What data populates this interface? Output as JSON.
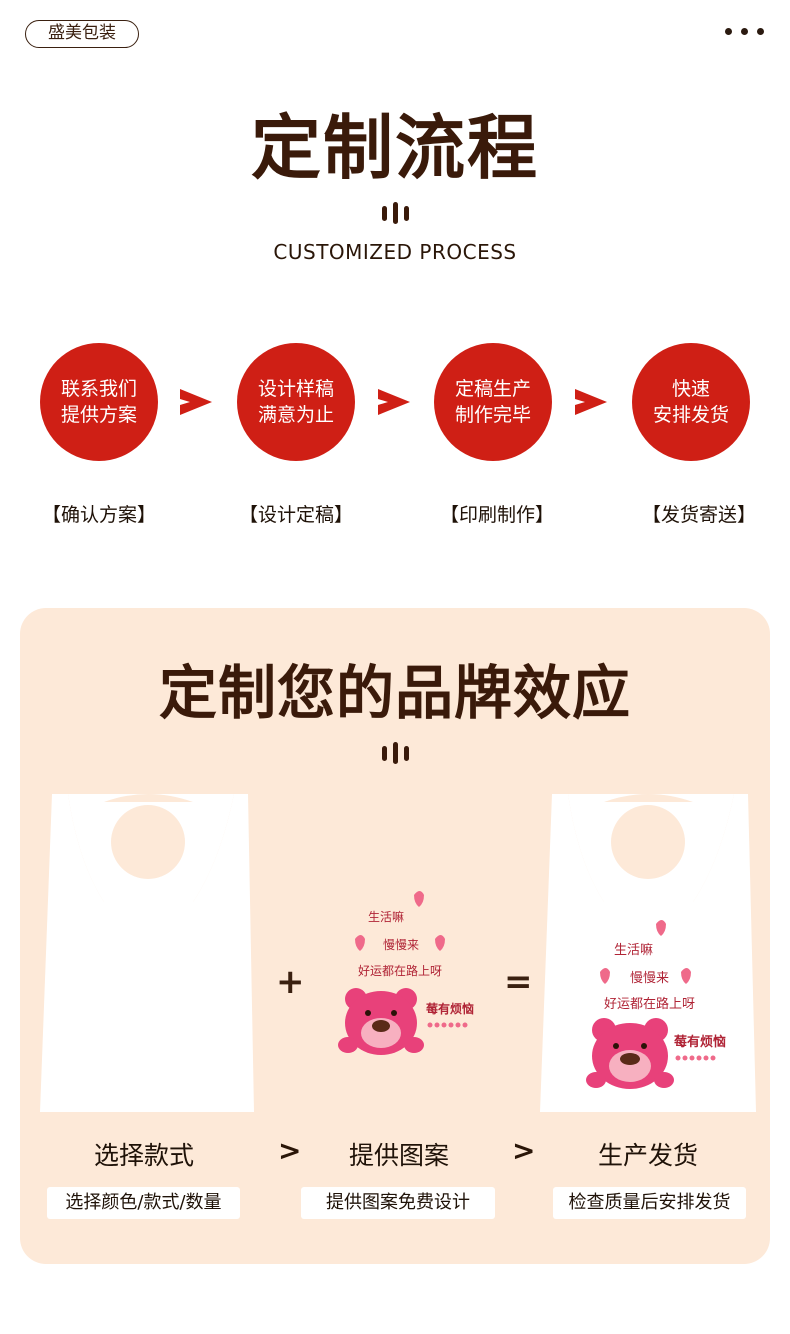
{
  "header": {
    "brand": "盛美包装",
    "more_icon": "more-dots-icon"
  },
  "process": {
    "title": "定制流程",
    "subtitle": "CUSTOMIZED PROCESS",
    "steps": [
      {
        "line1": "联系我们",
        "line2": "提供方案",
        "caption": "【确认方案】"
      },
      {
        "line1": "设计样稿",
        "line2": "满意为止",
        "caption": "【设计定稿】"
      },
      {
        "line1": "定稿生产",
        "line2": "制作完毕",
        "caption": "【印刷制作】"
      },
      {
        "line1": "快速",
        "line2": "安排发货",
        "caption": "【发货寄送】"
      }
    ],
    "accent": "#cf1f15"
  },
  "brand_effect": {
    "title": "定制您的品牌效应",
    "plus": "+",
    "equals": "=",
    "artwork": {
      "line1": "生活嘛",
      "line2": "慢慢来",
      "line3": "好运都在路上呀",
      "tag": "莓有烦恼"
    },
    "options": [
      {
        "label": "选择款式",
        "detail": "选择颜色/款式/数量"
      },
      {
        "label": "提供图案",
        "detail": "提供图案免费设计"
      },
      {
        "label": "生产发货",
        "detail": "检查质量后安排发货"
      }
    ],
    "separator": ">",
    "panel_color": "#fde9d8"
  }
}
